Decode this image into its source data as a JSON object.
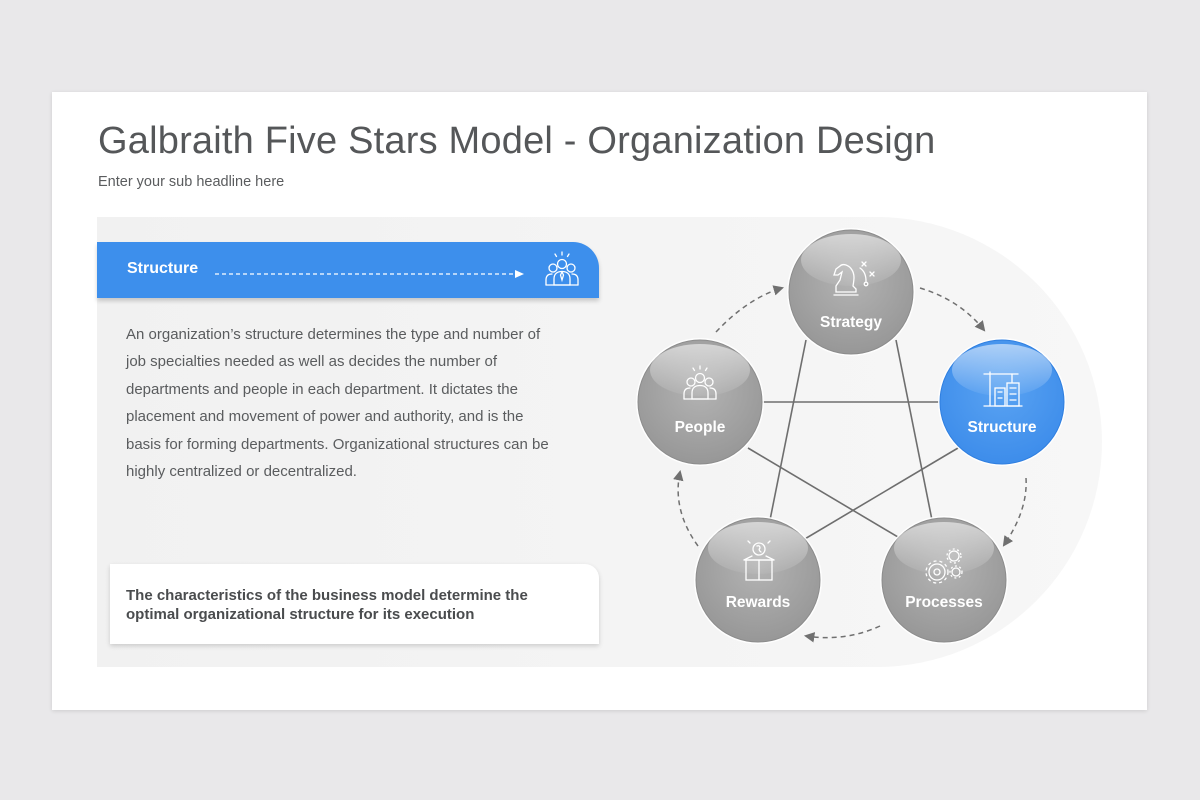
{
  "slide": {
    "title": "Galbraith Five Stars Model - Organization Design",
    "subtitle": "Enter your sub headline here"
  },
  "banner": {
    "label": "Structure",
    "icon": "team-icon",
    "color": "#3d8fec"
  },
  "description": "An organization’s structure determines the type and number of job specialties needed as well as decides the number of departments and people in each department. It dictates the placement and movement of power and authority, and is the basis for forming departments. Organizational structures can be highly centralized or decentralized.",
  "callout": "The characteristics of the business model determine the optimal organizational structure for its execution",
  "diagram": {
    "nodes": [
      {
        "label": "Strategy",
        "icon": "chess-knight-icon",
        "active": false
      },
      {
        "label": "Structure",
        "icon": "building-crane-icon",
        "active": true
      },
      {
        "label": "Processes",
        "icon": "gears-icon",
        "active": false
      },
      {
        "label": "Rewards",
        "icon": "gift-box-icon",
        "active": false
      },
      {
        "label": "People",
        "icon": "team-icon",
        "active": false
      }
    ],
    "colors": {
      "active": "#3d8fec",
      "inactive": "#9d9d9d"
    }
  }
}
